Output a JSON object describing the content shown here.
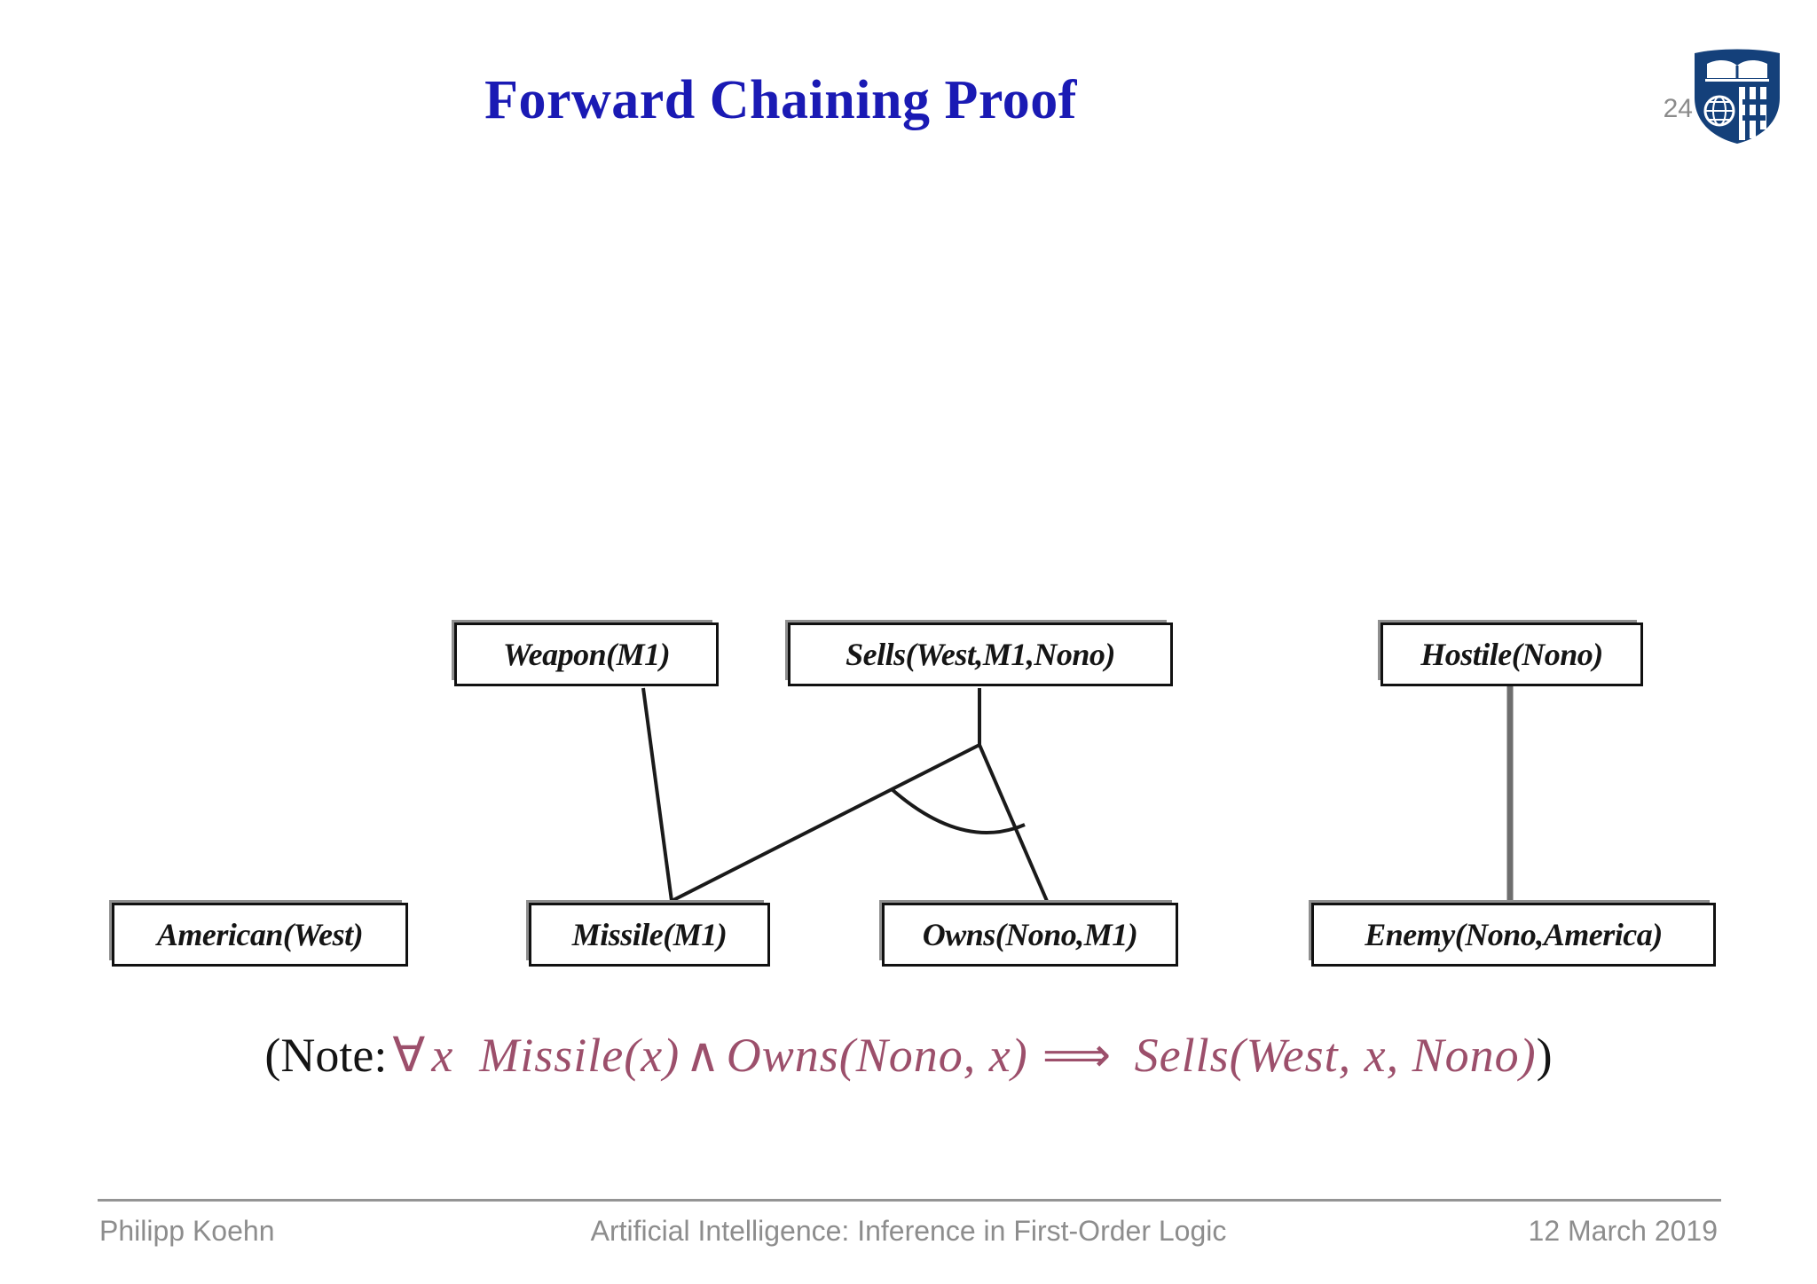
{
  "header": {
    "title": "Forward Chaining Proof",
    "page_number": "24",
    "logo_name": "johns-hopkins-shield-logo"
  },
  "diagram": {
    "type": "proof-tree",
    "nodes": [
      {
        "id": "weapon",
        "label": "Weapon(M1)"
      },
      {
        "id": "sells",
        "label": "Sells(West,M1,Nono)"
      },
      {
        "id": "hostile",
        "label": "Hostile(Nono)"
      },
      {
        "id": "american",
        "label": "American(West)"
      },
      {
        "id": "missile",
        "label": "Missile(M1)"
      },
      {
        "id": "owns",
        "label": "Owns(Nono,M1)"
      },
      {
        "id": "enemy",
        "label": "Enemy(Nono,America)"
      }
    ],
    "edges": [
      {
        "from": "weapon",
        "to": "missile"
      },
      {
        "from": "sells",
        "to": "missile"
      },
      {
        "from": "sells",
        "to": "owns"
      },
      {
        "from": "hostile",
        "to": "enemy"
      }
    ],
    "conjunction_arc": {
      "between": [
        "missile",
        "owns"
      ],
      "parent": "sells"
    }
  },
  "note": {
    "prefix": "(Note:",
    "quantifier": "∀",
    "variable": "x",
    "antecedent_left": "Missile(x)",
    "and_symbol": "∧",
    "antecedent_right": "Owns(Nono, x)",
    "implies_symbol": "⟹",
    "consequent": "Sells(West, x, Nono)",
    "suffix": ")",
    "formula_color": "#9c4f6b"
  },
  "footer": {
    "author": "Philipp Koehn",
    "center": "Artificial Intelligence: Inference in First-Order Logic",
    "date": "12 March 2019"
  },
  "colors": {
    "title_blue": "#1a1ab4",
    "footer_grey": "#8d8d8d",
    "node_border": "#111111",
    "connector": "#1a1a1a",
    "logo_blue": "#14407a"
  }
}
